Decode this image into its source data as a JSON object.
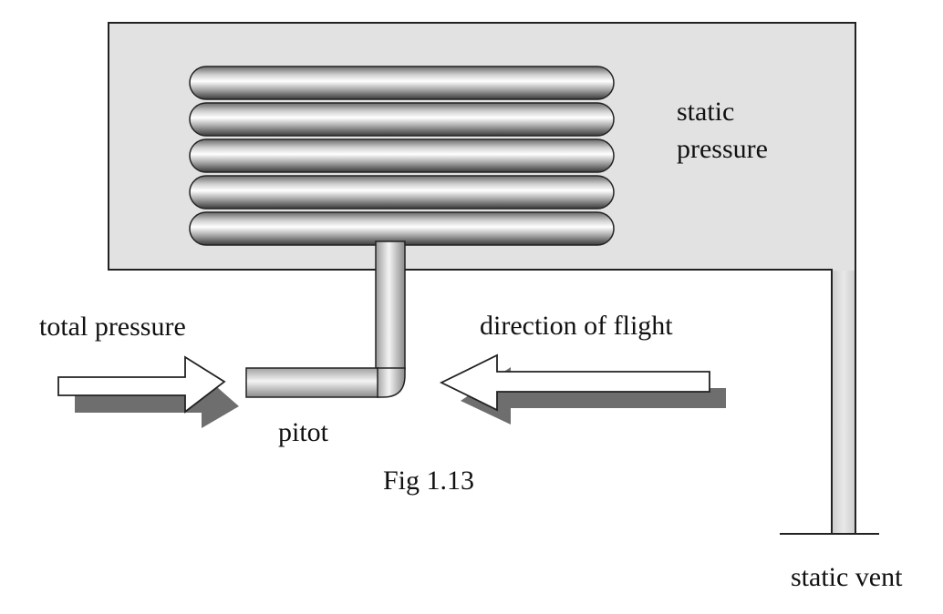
{
  "labels": {
    "static_pressure_line1": "static",
    "static_pressure_line2": "pressure",
    "total_pressure": "total pressure",
    "direction_of_flight": "direction of flight",
    "pitot": "pitot",
    "figure_caption": "Fig 1.13",
    "static_vent": "static vent"
  },
  "colors": {
    "case_fill": "#e2e2e2",
    "outline": "#222222",
    "arrow_shadow": "#6e6e6e",
    "text": "#111111"
  }
}
